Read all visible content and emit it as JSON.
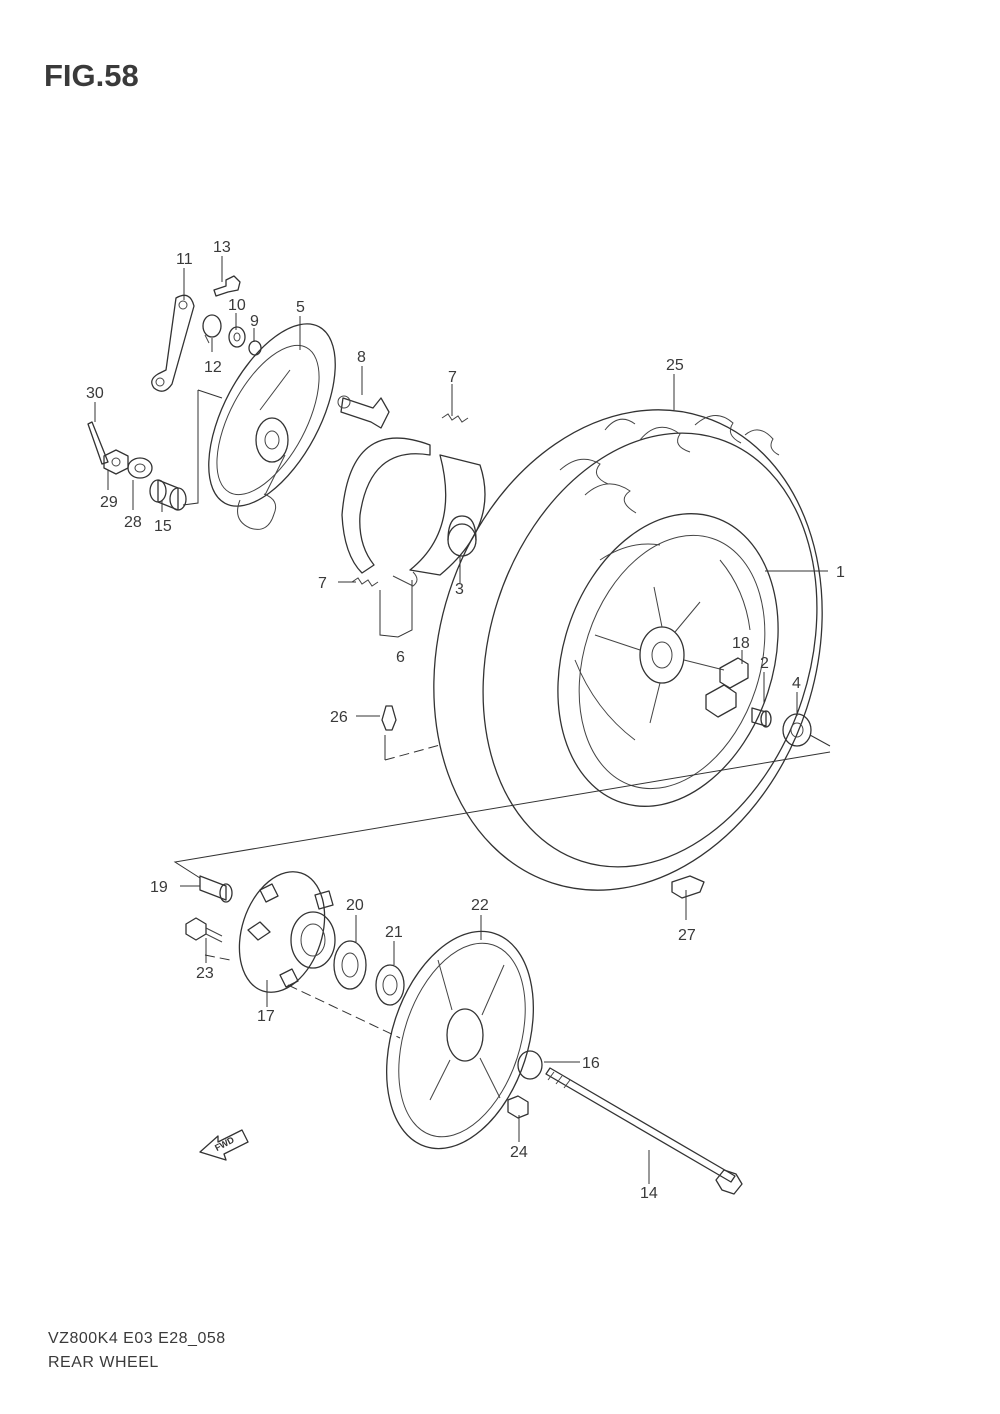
{
  "figure": {
    "title": "FIG.58"
  },
  "footer": {
    "model_code": "VZ800K4 E03 E28_058",
    "section_name": "REAR WHEEL"
  },
  "arrow_label": "FWD",
  "callouts": {
    "c1": "1",
    "c2": "2",
    "c3": "3",
    "c4": "4",
    "c5": "5",
    "c6": "6",
    "c7a": "7",
    "c7b": "7",
    "c8": "8",
    "c9": "9",
    "c10": "10",
    "c11": "11",
    "c12": "12",
    "c13": "13",
    "c14": "14",
    "c15": "15",
    "c16": "16",
    "c17": "17",
    "c18": "18",
    "c19": "19",
    "c20": "20",
    "c21": "21",
    "c22": "22",
    "c23": "23",
    "c24": "24",
    "c25": "25",
    "c26": "26",
    "c27": "27",
    "c28": "28",
    "c29": "29",
    "c30": "30"
  }
}
